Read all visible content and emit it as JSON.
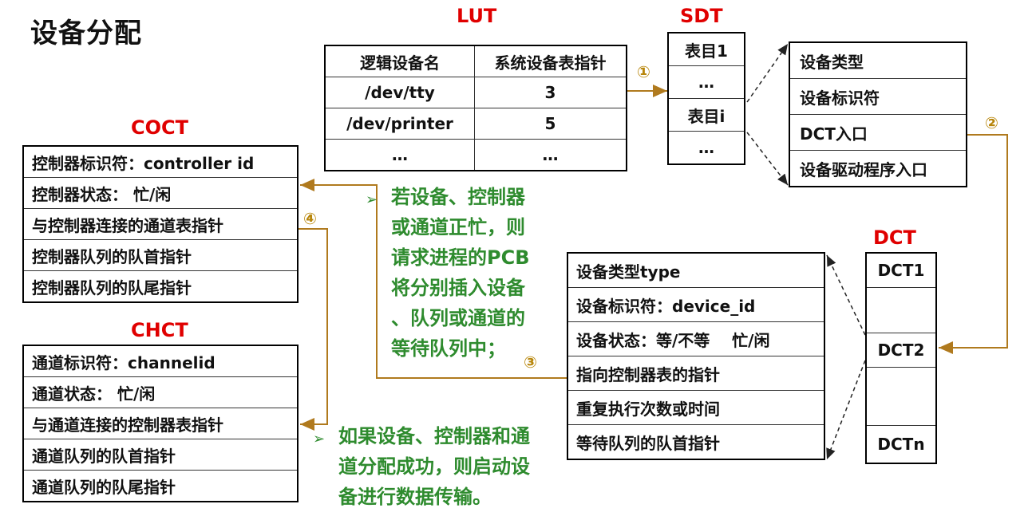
{
  "title": "设备分配",
  "lut": {
    "label": "LUT",
    "headers": [
      "逻辑设备名",
      "系统设备表指针"
    ],
    "rows": [
      [
        "/dev/tty",
        "3"
      ],
      [
        "/dev/printer",
        "5"
      ],
      [
        "…",
        "…"
      ]
    ]
  },
  "sdt": {
    "label": "SDT",
    "rows": [
      "表目1",
      "…",
      "表目i",
      "…"
    ]
  },
  "sdt_entry": {
    "rows": [
      "设备类型",
      "设备标识符",
      "DCT入口",
      "设备驱动程序入口"
    ]
  },
  "coct": {
    "label": "COCT",
    "rows": [
      "控制器标识符：controller id",
      "控制器状态： 忙/闲",
      "与控制器连接的通道表指针",
      "控制器队列的队首指针",
      "控制器队列的队尾指针"
    ]
  },
  "chct": {
    "label": "CHCT",
    "rows": [
      "通道标识符：channelid",
      "通道状态： 忙/闲",
      "与通道连接的控制器表指针",
      "通道队列的队首指针",
      "通道队列的队尾指针"
    ]
  },
  "dct_detail": {
    "rows": [
      "设备类型type",
      "设备标识符：device_id",
      "设备状态：等/不等    忙/闲",
      "指向控制器表的指针",
      "重复执行次数或时间",
      "等待队列的队首指针"
    ]
  },
  "dct": {
    "label": "DCT",
    "rows": [
      "DCT1",
      "",
      "DCT2",
      "",
      "DCTn"
    ]
  },
  "notes": {
    "note1": [
      "若设备、控制器",
      "或通道正忙，则",
      "请求进程的PCB",
      "将分别插入设备",
      "、队列或通道的",
      "等待队列中；"
    ],
    "note2": [
      "如果设备、控制器和通",
      "道分配成功，则启动设",
      "备进行数据传输。"
    ]
  },
  "markers": {
    "m1": "①",
    "m2": "②",
    "m3": "③",
    "m4": "④",
    "bullet": "➢"
  },
  "colors": {
    "label_red": "#e00000",
    "note_green": "#2e8b2e",
    "arrow_brown": "#b07a1e"
  }
}
